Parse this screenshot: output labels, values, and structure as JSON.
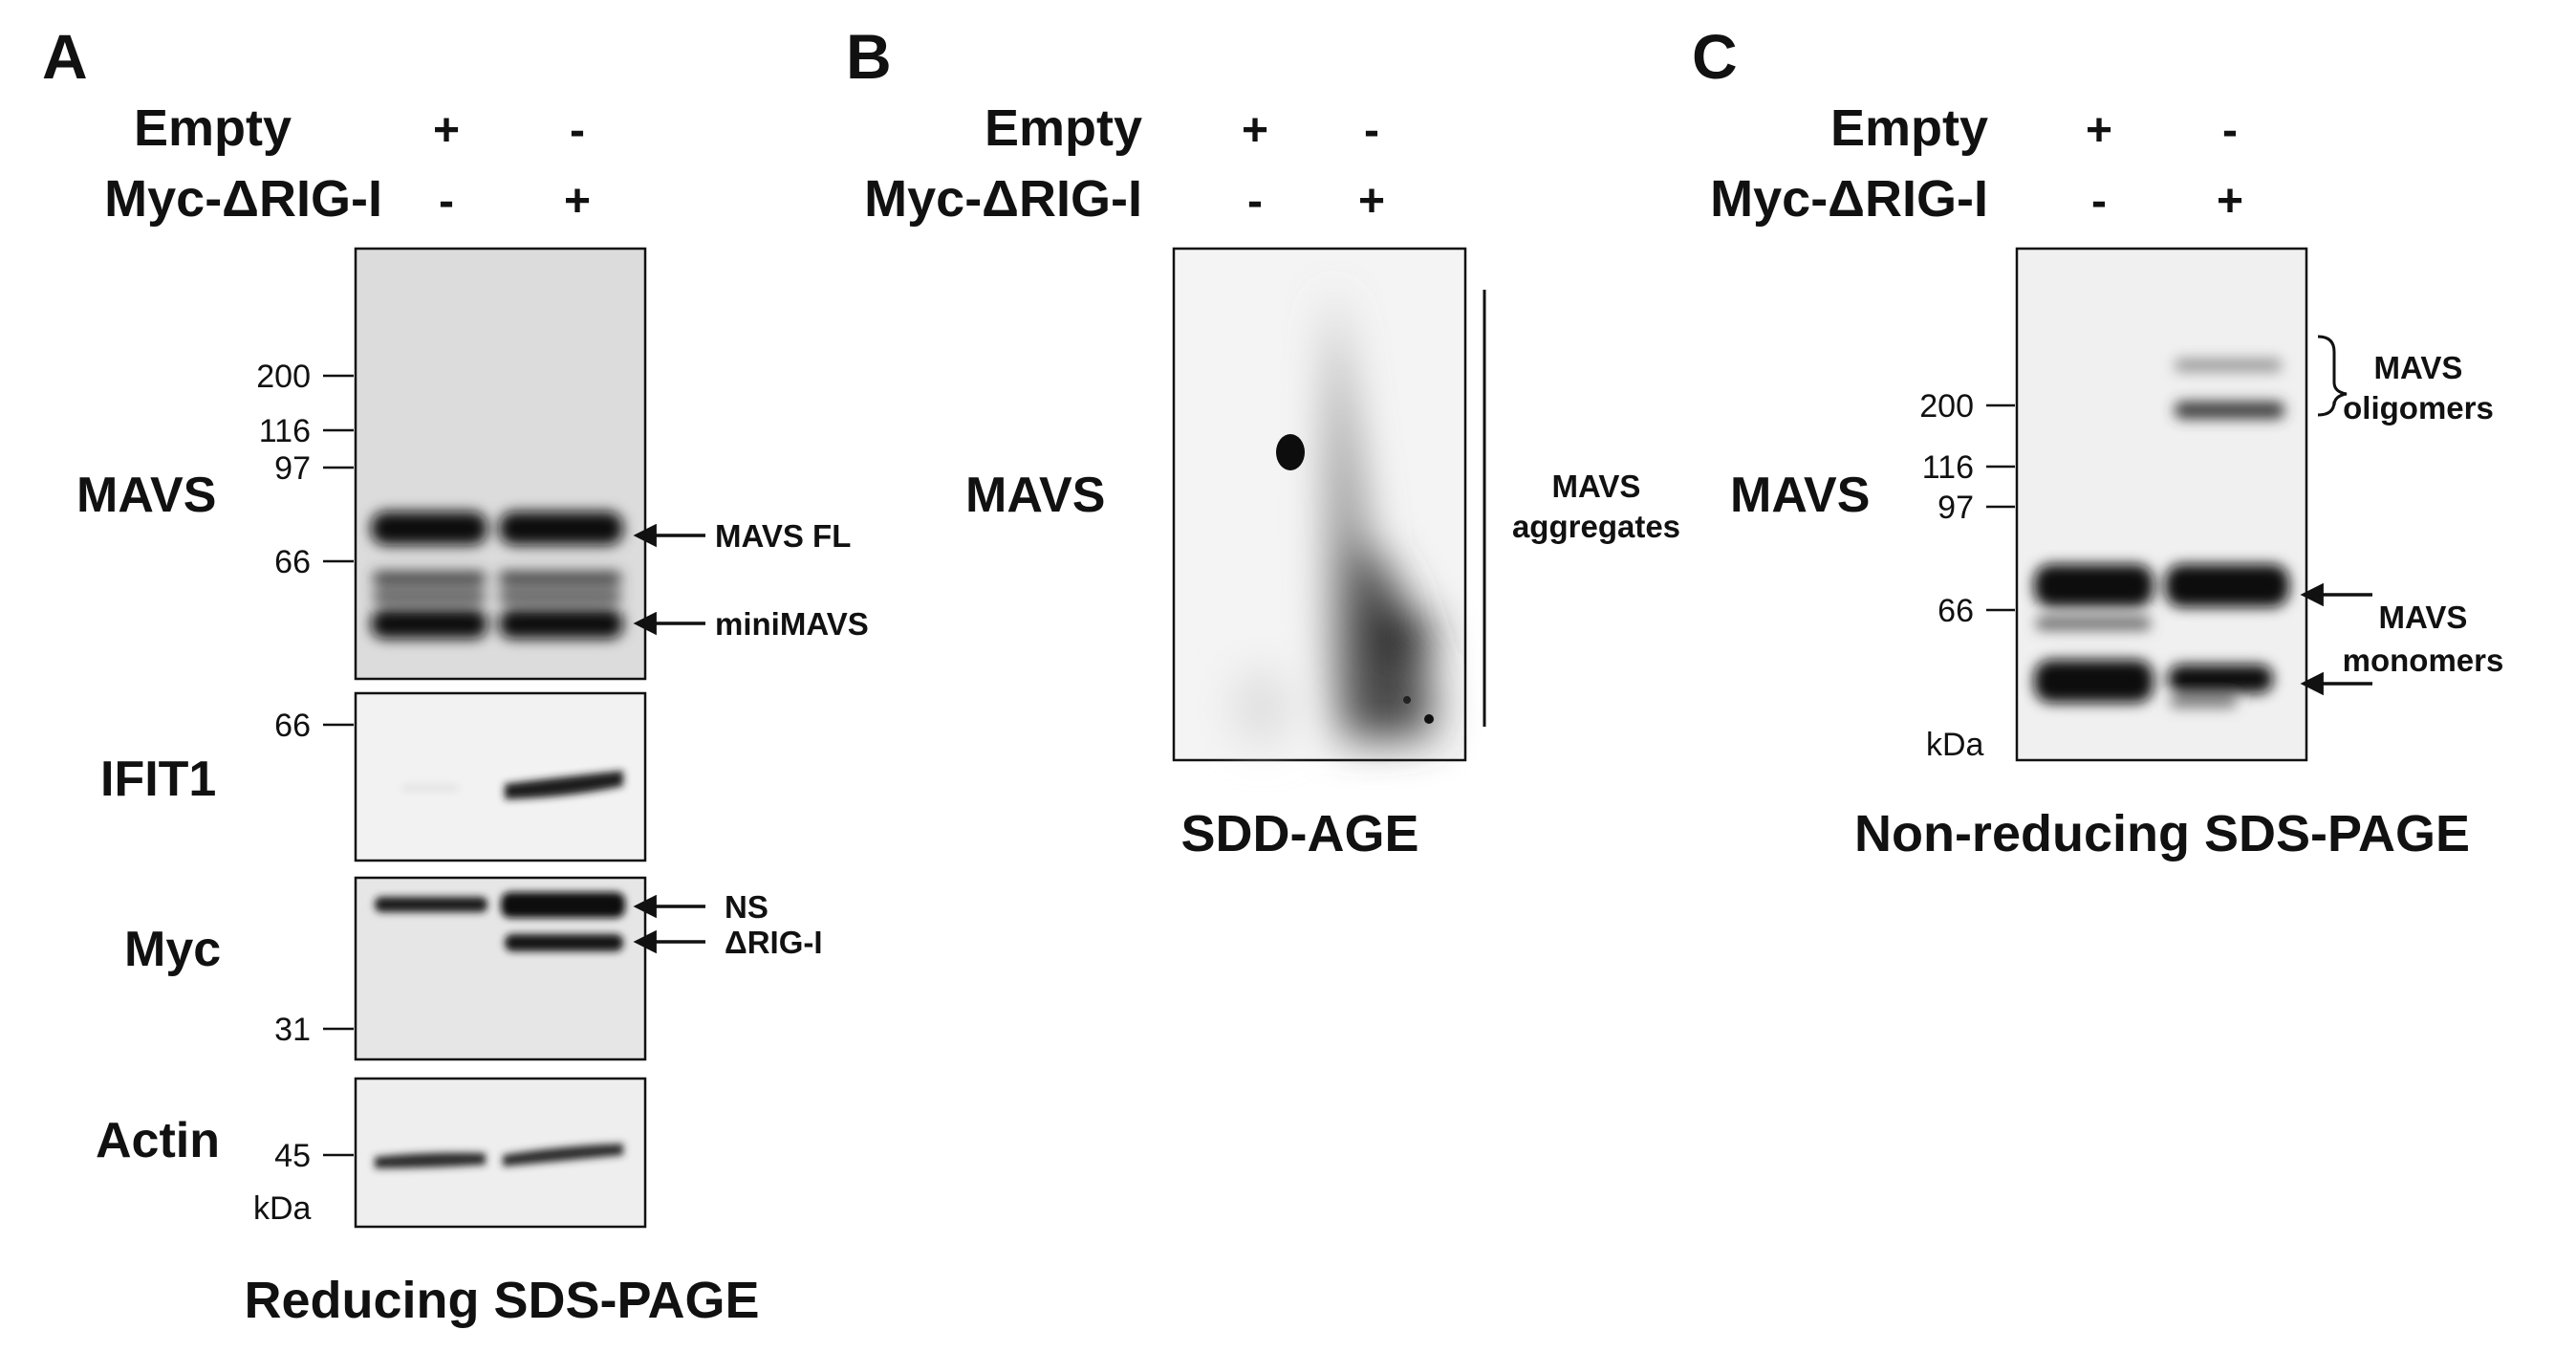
{
  "panels": {
    "A": {
      "letter": "A",
      "row1": "Empty",
      "row2": "Myc-ΔRIG-I",
      "lane1_row1": "+",
      "lane2_row1": "-",
      "lane1_row2": "-",
      "lane2_row2": "+",
      "blots": {
        "mavs": {
          "label": "MAVS",
          "markers": [
            "200",
            "116",
            "97",
            "66"
          ],
          "arrow1": "MAVS FL",
          "arrow2": "miniMAVS"
        },
        "ifit1": {
          "label": "IFIT1",
          "markers": [
            "66"
          ]
        },
        "myc": {
          "label": "Myc",
          "markers": [
            "31"
          ],
          "arrow1": "NS",
          "arrow2": "ΔRIG-I"
        },
        "actin": {
          "label": "Actin",
          "markers": [
            "45"
          ],
          "unit": "kDa"
        }
      },
      "caption": "Reducing SDS-PAGE"
    },
    "B": {
      "letter": "B",
      "row1": "Empty",
      "row2": "Myc-ΔRIG-I",
      "lane1_row1": "+",
      "lane2_row1": "-",
      "lane1_row2": "-",
      "lane2_row2": "+",
      "blot_label": "MAVS",
      "bracket_line1": "MAVS",
      "bracket_line2": "aggregates",
      "caption": "SDD-AGE"
    },
    "C": {
      "letter": "C",
      "row1": "Empty",
      "row2": "Myc-ΔRIG-I",
      "lane1_row1": "+",
      "lane2_row1": "-",
      "lane1_row2": "-",
      "lane2_row2": "+",
      "blot_label": "MAVS",
      "markers": [
        "200",
        "116",
        "97",
        "66"
      ],
      "unit": "kDa",
      "olig_line1": "MAVS",
      "olig_line2": "oligomers",
      "mono_line1": "MAVS",
      "mono_line2": "monomers",
      "caption": "Non-reducing SDS-PAGE"
    }
  }
}
